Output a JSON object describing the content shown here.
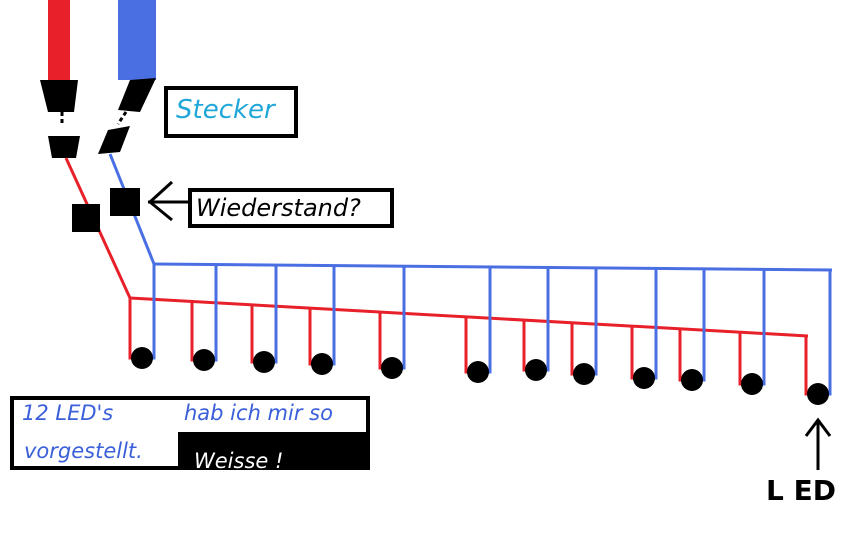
{
  "labels": {
    "plug": "Stecker",
    "resistor": "Wiederstand?",
    "note_line1_left": "12 LED's",
    "note_line1_right": "hab ich mir so",
    "note_line2_left": "vorgestellt.",
    "note_line2_right": "Weisse !",
    "led": "L ED"
  },
  "colors": {
    "positive_wire": "#e8202a",
    "negative_wire": "#4a6fe3",
    "label_text_cyan": "#1ea7d8",
    "label_text_blue": "#3a5fd9",
    "ink": "#000000",
    "background": "#ffffff"
  },
  "led_count": 12
}
